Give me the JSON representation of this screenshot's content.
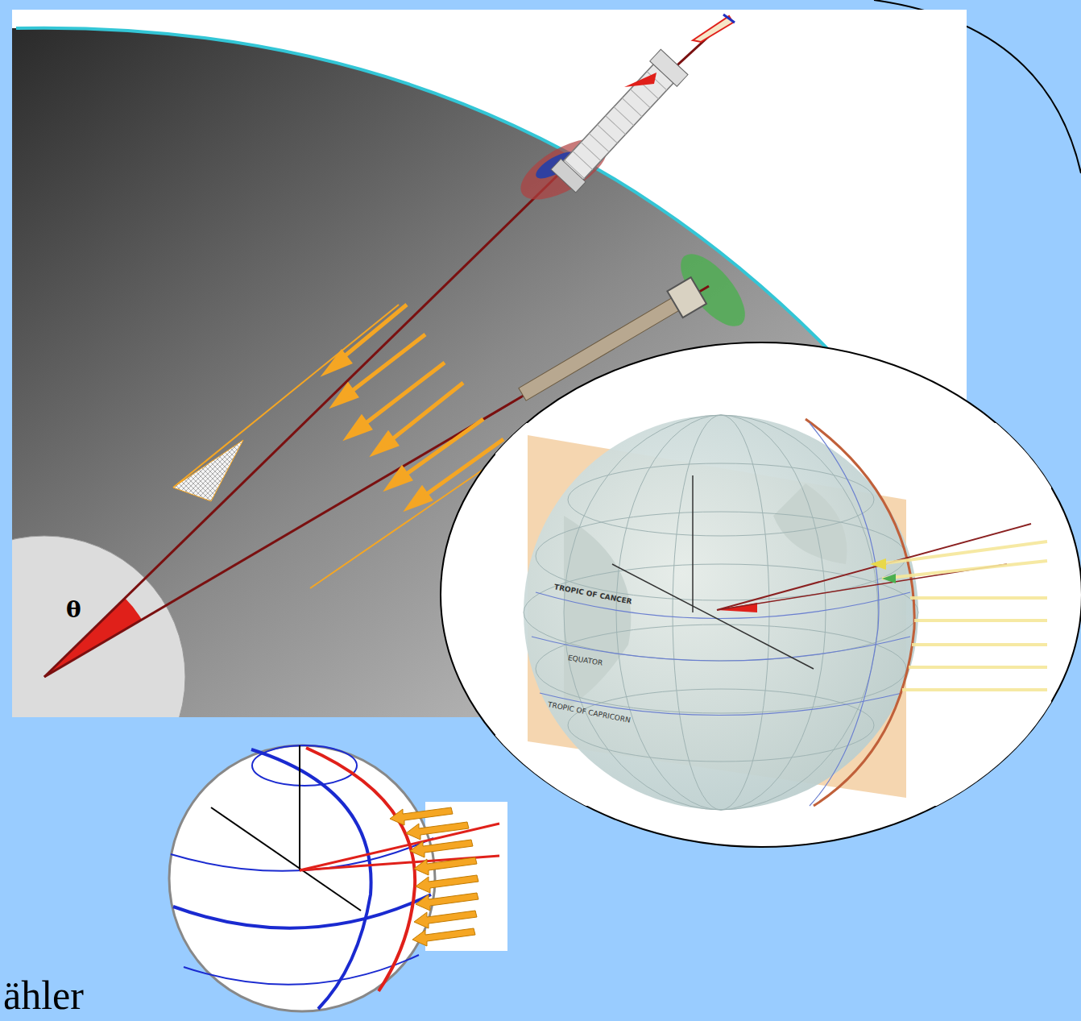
{
  "diagram": {
    "labels": [
      "θ",
      "TROPIC OF CANCER",
      "EQUATOR",
      "TROPIC OF CAPRICORN",
      "ähler"
    ]
  }
}
